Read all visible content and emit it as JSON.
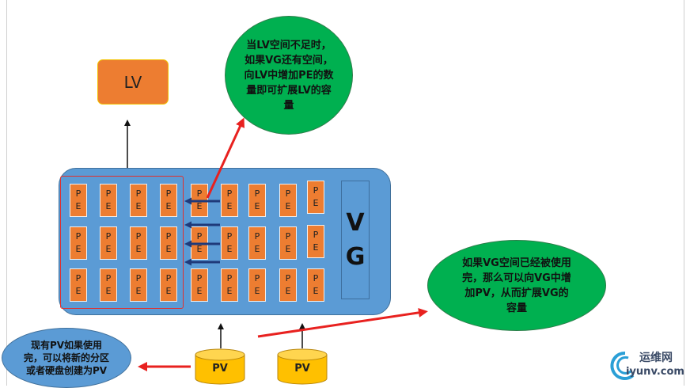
{
  "lv_label": "LV",
  "vg_letters": [
    "V",
    "G"
  ],
  "pe_letters": [
    "P",
    "E"
  ],
  "bubble_lv_extend": "当LV空间不足时，如果VG还有空间，向LV中增加PE的数量即可扩展LV的容量",
  "bubble_vg_extend": "如果VG空间已经被使用完，那么可以向VG中增加PV，从而扩展VG的容量",
  "bubble_pv_create": "现有PV如果使用完，可以将新的分区或者硬盘创建为PV",
  "pv_labels": [
    "PV",
    "PV"
  ],
  "watermark": {
    "cn": "运维网",
    "url": "iyunv.com"
  },
  "colors": {
    "pe": "#ed7d31",
    "vg": "#5b9bd5",
    "green_bubble": "#00b050",
    "arrow_red": "#e8211f",
    "arrow_navy": "#1f3a7a",
    "pv": "#ffc000"
  }
}
